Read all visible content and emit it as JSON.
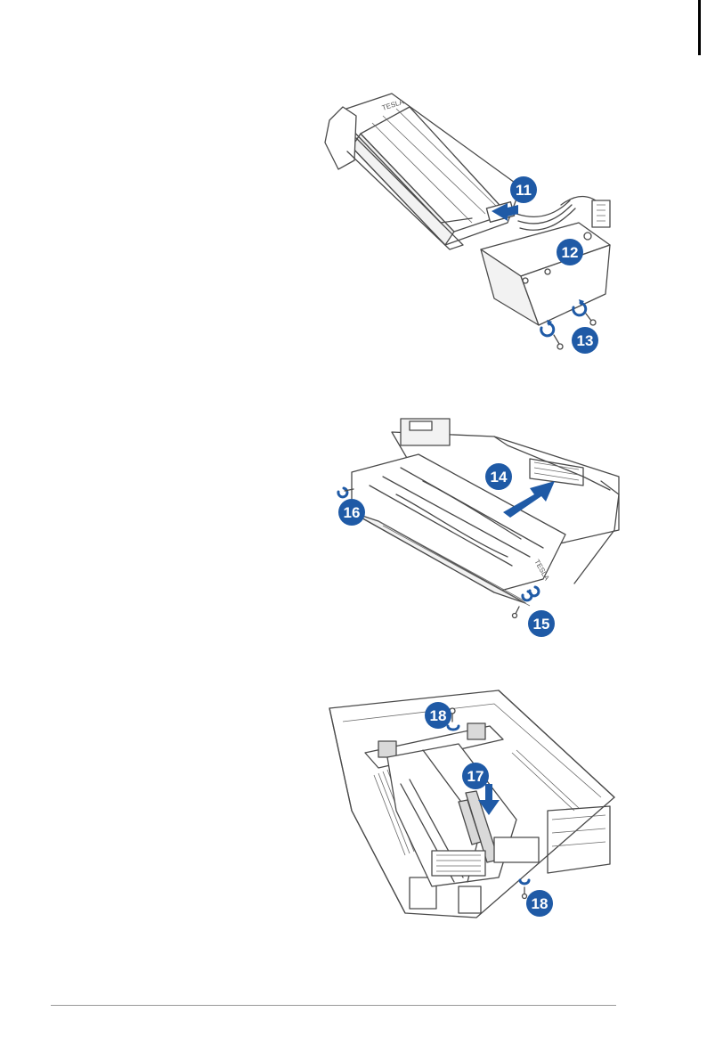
{
  "callouts": {
    "step11": "11",
    "step12": "12",
    "step13": "13",
    "step14": "14",
    "step15": "15",
    "step16": "16",
    "step17": "17",
    "step18_top": "18",
    "step18_bottom": "18"
  },
  "card_brand": {
    "label_fig1": "TESLA",
    "label_fig2": "TESLA"
  },
  "colors": {
    "callout": "#1f5aa6",
    "linework": "#4a4a4a",
    "footer_rule": "#999999"
  }
}
